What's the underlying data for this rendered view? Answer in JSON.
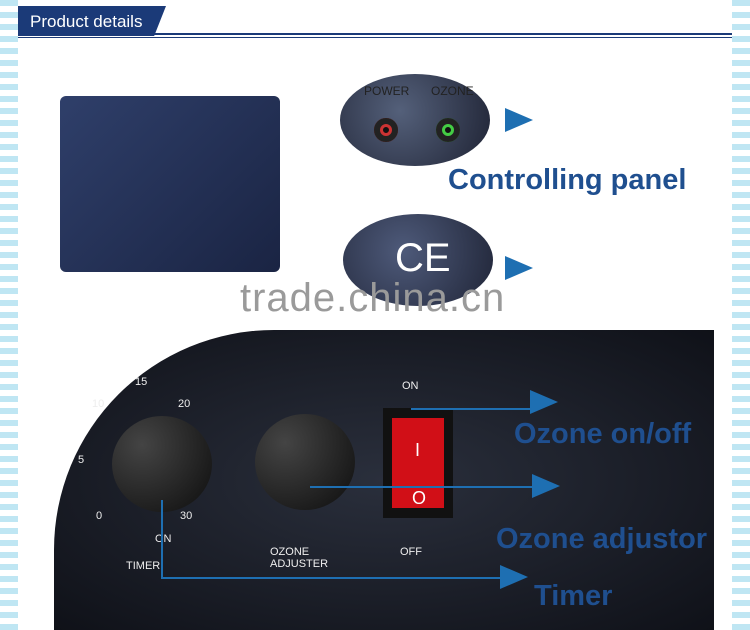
{
  "header": {
    "title": "Product details"
  },
  "top_panel": {
    "labels": {
      "power": "POWER",
      "ozone": "OZONE"
    }
  },
  "callouts": {
    "controlling_panel": "Controlling panel",
    "ozone_onoff": "Ozone on/off",
    "ozone_adjustor": "Ozone adjustor",
    "timer": "Timer"
  },
  "watermark": "trade.china.cn",
  "ce_mark": "CE",
  "closeup": {
    "timer_label": "TIMER",
    "ozone_adjuster_label": "OZONE ADJUSTER",
    "on_label_switch": "ON",
    "off_label_switch": "OFF",
    "switch_on_symbol": "I",
    "switch_off_symbol": "O",
    "timer_scale": [
      "0",
      "5",
      "10",
      "15",
      "20",
      "30"
    ],
    "timer_on": "ON"
  },
  "colors": {
    "accent": "#1e6fb2",
    "header": "#1b3a78",
    "switch": "#d10f17"
  }
}
